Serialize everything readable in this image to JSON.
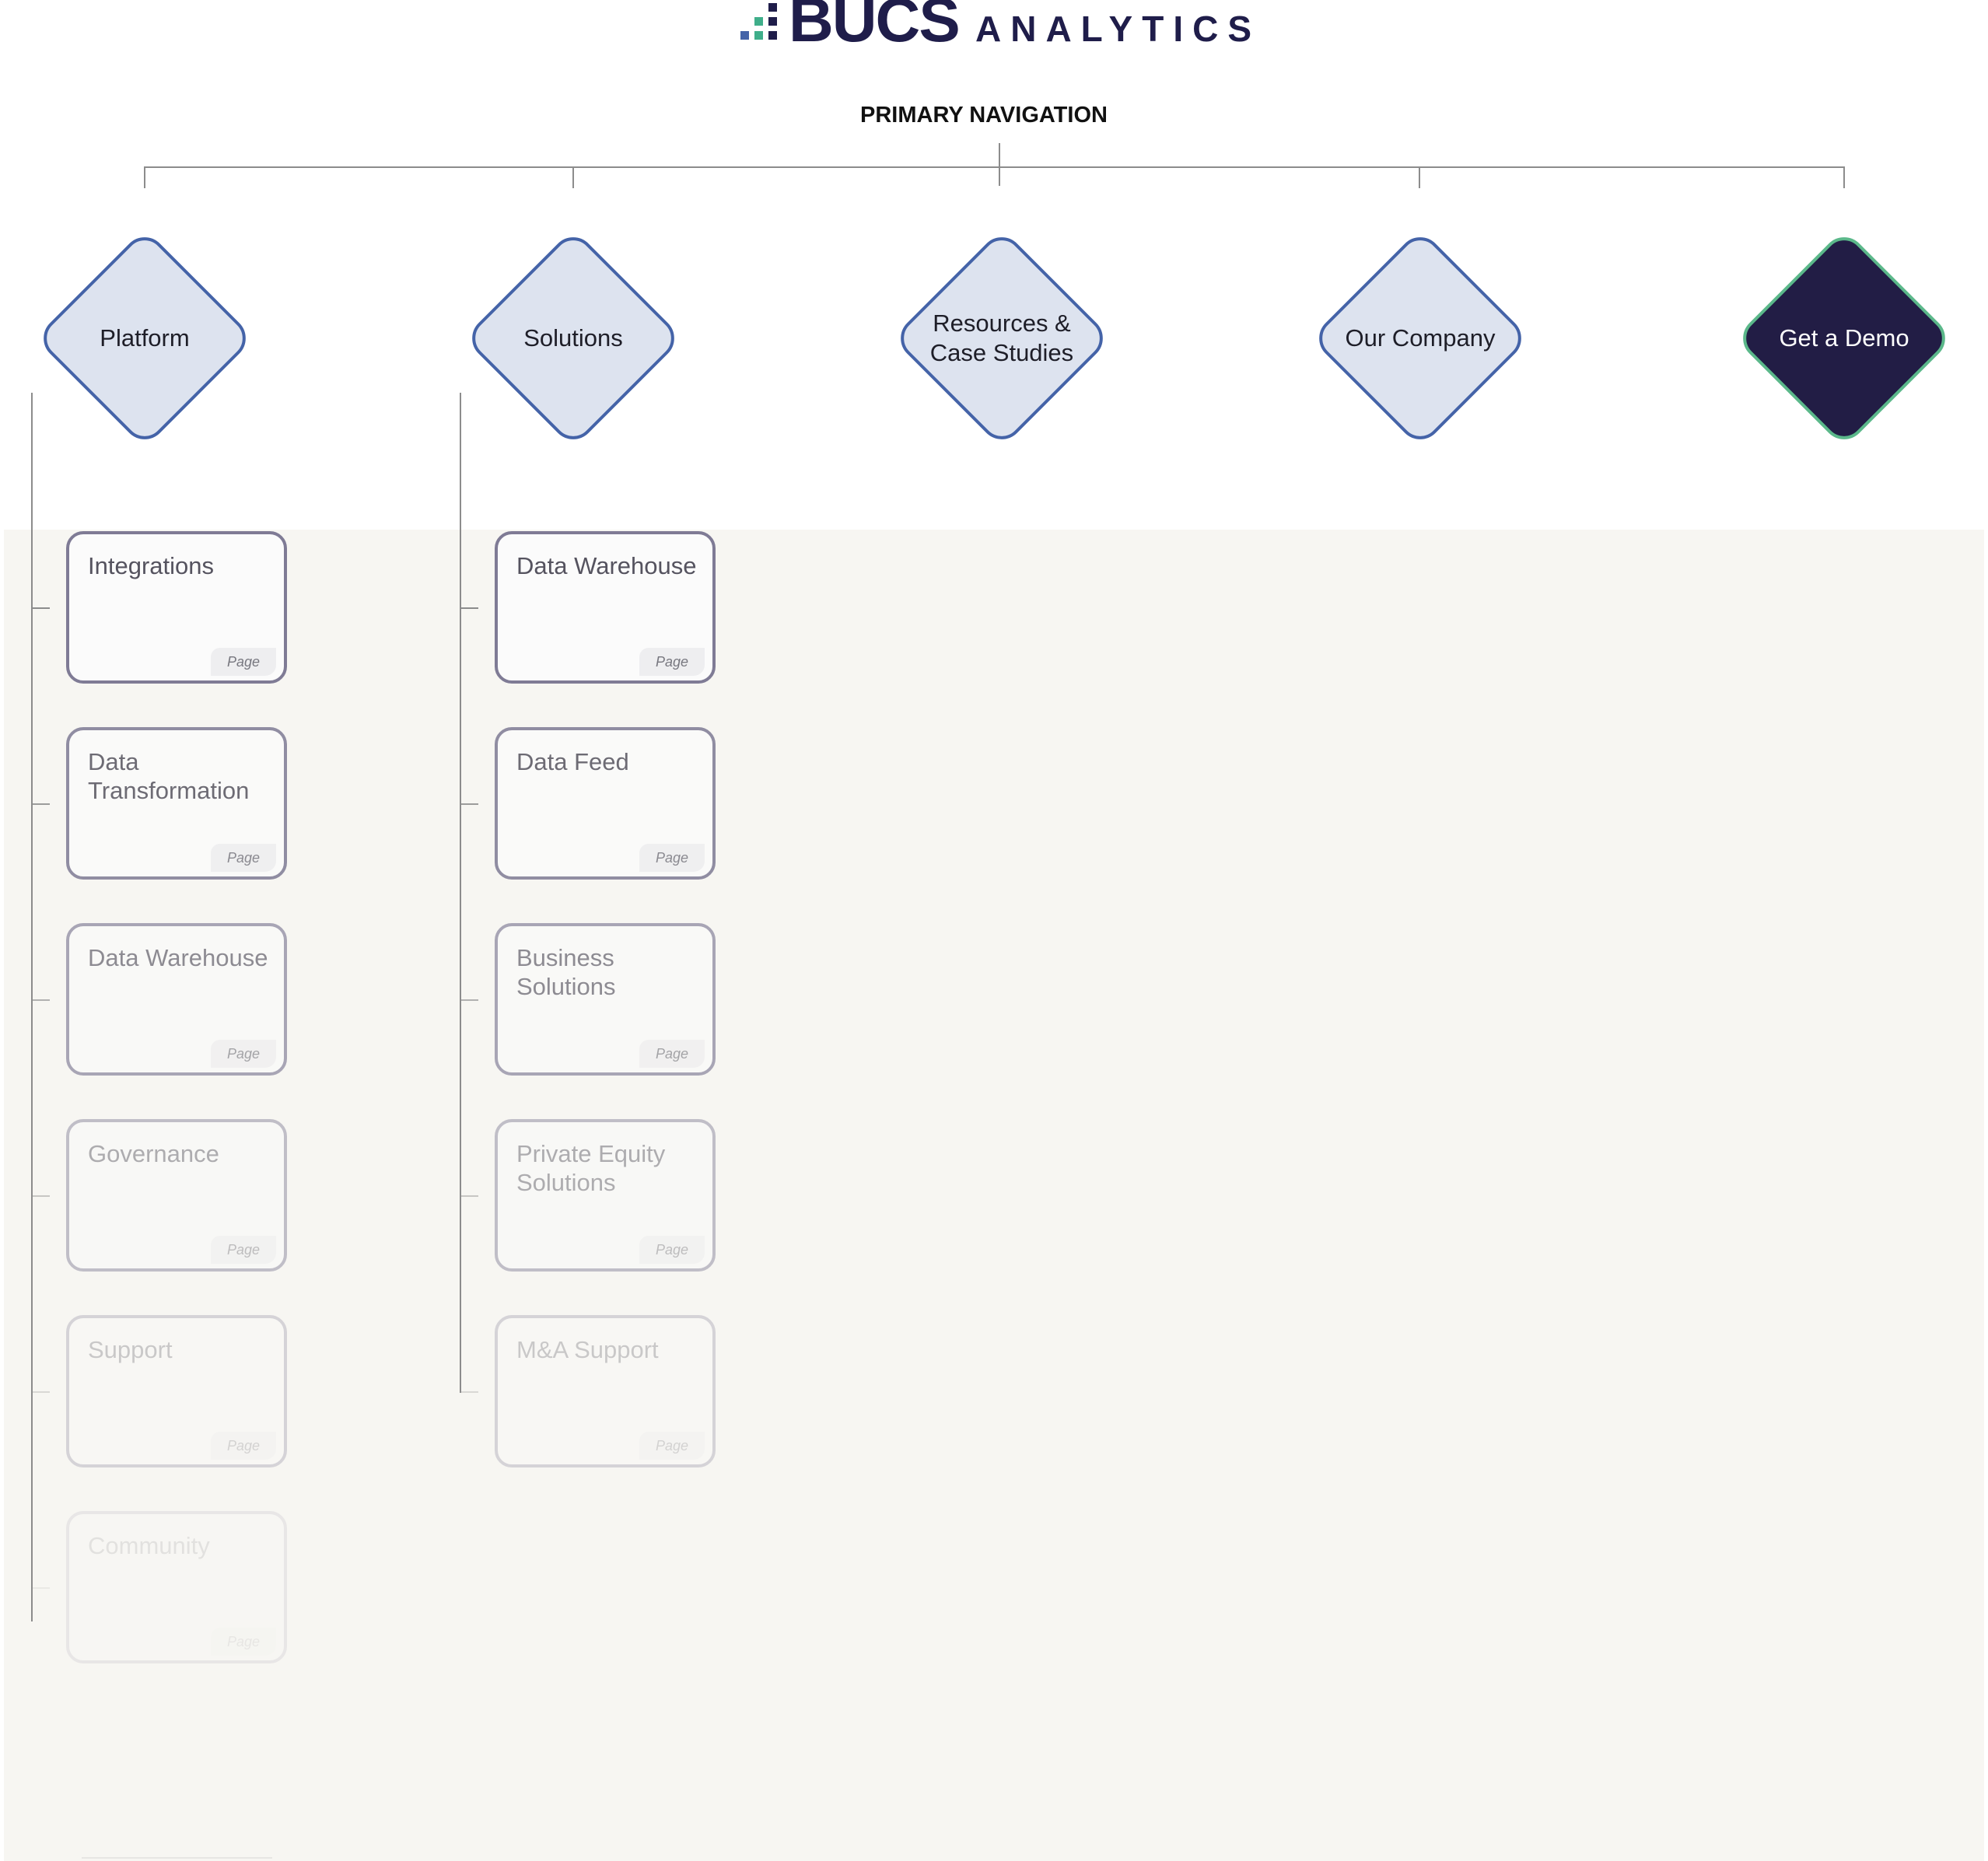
{
  "logo": {
    "brand": "BUCS",
    "suffix": "ANALYTICS",
    "colors": {
      "dark": "#1f1d4a",
      "blue": "#4463a8",
      "green": "#3fae8a"
    }
  },
  "nav": {
    "title": "PRIMARY NAVIGATION",
    "items": [
      {
        "label": "Platform"
      },
      {
        "label": "Solutions"
      },
      {
        "label": "Resources & Case Studies"
      },
      {
        "label": "Our Company"
      },
      {
        "label": "Get a Demo"
      }
    ]
  },
  "platform_pages": [
    {
      "title": "Integrations",
      "badge": "Page"
    },
    {
      "title": "Data Transformation",
      "badge": "Page"
    },
    {
      "title": "Data Warehouse",
      "badge": "Page"
    },
    {
      "title": "Governance",
      "badge": "Page"
    },
    {
      "title": "Support",
      "badge": "Page"
    },
    {
      "title": "Community",
      "badge": "Page"
    }
  ],
  "solutions_pages": [
    {
      "title": "Data Warehouse",
      "badge": "Page"
    },
    {
      "title": "Data Feed",
      "badge": "Page"
    },
    {
      "title": "Business Solutions",
      "badge": "Page"
    },
    {
      "title": "Private Equity Solutions",
      "badge": "Page"
    },
    {
      "title": "M&A Support",
      "badge": "Page"
    }
  ]
}
